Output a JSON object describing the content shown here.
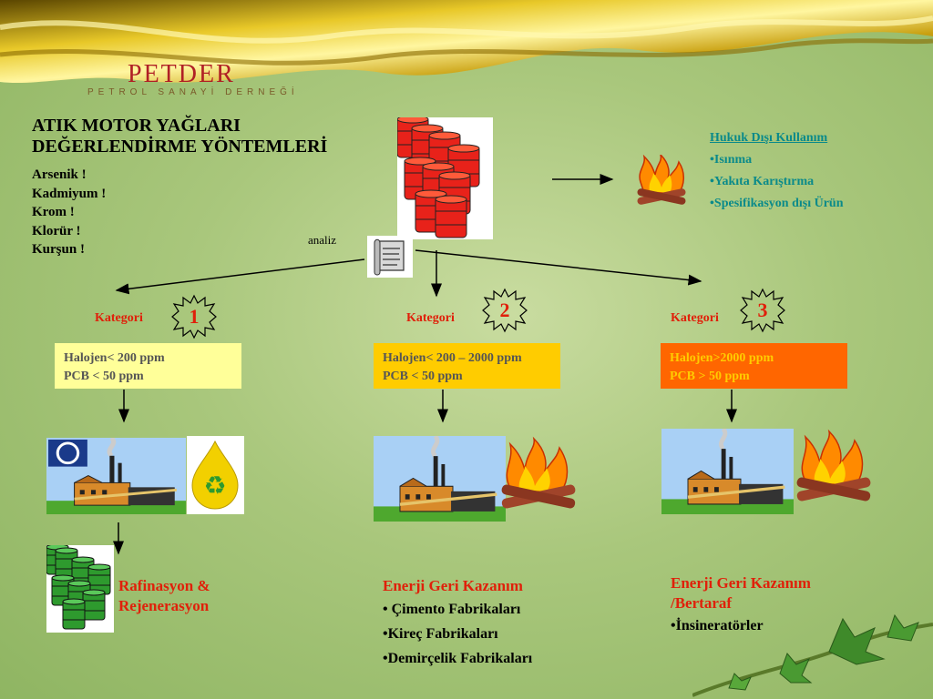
{
  "logo": {
    "name": "PETDER",
    "subtitle": "PETROL SANAYİ DERNEĞİ"
  },
  "title": {
    "line1": "ATIK  MOTOR YAĞLARI",
    "line2": "DEĞERLENDİRME  YÖNTEMLERİ"
  },
  "hazards": [
    "Arsenik !",
    "Kadmiyum !",
    "Krom !",
    "Klorür !",
    "Kurşun !"
  ],
  "analysis_label": "analiz",
  "illegal": {
    "title": "Hukuk Dışı Kullanım",
    "items": [
      "•Isınma",
      "•Yakıta Karıştırma",
      "•Spesifikasyon dışı Ürün"
    ]
  },
  "categories": [
    {
      "label": "Kategori",
      "number": "1",
      "line1": "Halojen< 200 ppm",
      "line2": "PCB < 50 ppm",
      "color": "#ffff99"
    },
    {
      "label": "Kategori",
      "number": "2",
      "line1": "Halojen< 200 – 2000 ppm",
      "line2": "PCB < 50 ppm",
      "color": "#ffcc00"
    },
    {
      "label": "Kategori",
      "number": "3",
      "line1": "Halojen>2000 ppm",
      "line2": "PCB > 50 ppm",
      "color": "#ff6600"
    }
  ],
  "results": {
    "r1": {
      "title1": "Rafinasyon &",
      "title2": "Rejenerasyon"
    },
    "r2": {
      "title": "Enerji Geri Kazanım",
      "items": [
        "• Çimento Fabrikaları",
        "•Kireç Fabrikaları",
        "•Demirçelik Fabrikaları"
      ]
    },
    "r3": {
      "title1": "Enerji Geri Kazanım",
      "title2": "/Bertaraf",
      "items": [
        "•İnsineratörler"
      ]
    }
  },
  "colors": {
    "accent_red": "#e0200a",
    "teal": "#0a8a8a",
    "barrel_red": "#e8221a",
    "barrel_green": "#2e9a2e"
  }
}
